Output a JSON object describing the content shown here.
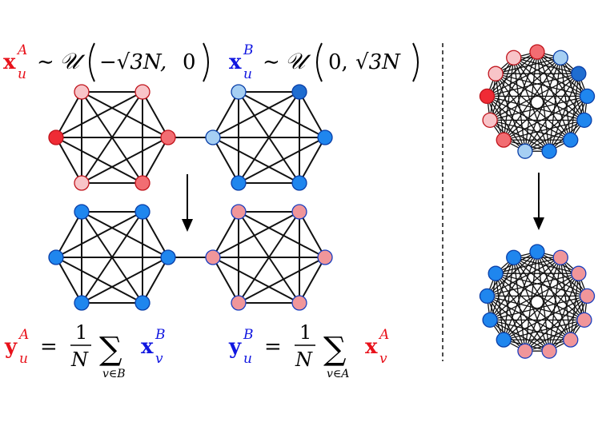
{
  "colors": {
    "group_a": "#e8111a",
    "group_b": "#1016e0",
    "node_red_strong": "#ef2b35",
    "node_red_mid": "#f26d72",
    "node_red_light": "#f8c4c8",
    "node_blue_strong": "#1f6dd0",
    "node_blue_mid": "#1f86ee",
    "node_blue_light": "#a6cff3",
    "node_pink": "#f0969a",
    "edge": "#111111"
  },
  "formulas": {
    "init_a": {
      "var": "x",
      "sup": "A",
      "sub": "u",
      "op": "∼",
      "dist": "𝒰",
      "lower": "−√3N,",
      "upper": "0"
    },
    "init_b": {
      "var": "x",
      "sup": "B",
      "sub": "u",
      "op": "∼",
      "dist": "𝒰",
      "lower": "0,",
      "upper": "√3N"
    },
    "update_a": {
      "lhs_var": "y",
      "lhs_sup": "A",
      "lhs_sub": "u",
      "eq": "=",
      "frac_num": "1",
      "frac_den": "N",
      "sum": "∑",
      "sum_index": "v∈B",
      "rhs_var": "x",
      "rhs_sup": "B",
      "rhs_sub": "v"
    },
    "update_b": {
      "lhs_var": "y",
      "lhs_sup": "B",
      "lhs_sub": "u",
      "eq": "=",
      "frac_num": "1",
      "frac_den": "N",
      "sum": "∑",
      "sum_index": "v∈A",
      "rhs_var": "x",
      "rhs_sup": "A",
      "rhs_sub": "v"
    }
  },
  "graphs": {
    "top_left_nodes": [
      "node_red_light",
      "node_red_light",
      "node_red_mid",
      "node_red_mid",
      "node_red_light",
      "node_red_strong"
    ],
    "top_right_nodes": [
      "node_blue_light",
      "node_blue_strong",
      "node_blue_mid",
      "node_blue_mid",
      "node_blue_mid",
      "node_blue_light"
    ],
    "bottom_left_nodes": [
      "node_blue_mid",
      "node_blue_mid",
      "node_blue_mid",
      "node_blue_mid",
      "node_blue_mid",
      "node_blue_mid"
    ],
    "bottom_right_nodes": [
      "node_pink",
      "node_pink",
      "node_pink",
      "node_pink",
      "node_pink",
      "node_pink"
    ],
    "right_top_nodes": [
      "node_red_mid",
      "node_blue_light",
      "node_blue_strong",
      "node_blue_mid",
      "node_blue_mid",
      "node_blue_mid",
      "node_blue_mid",
      "node_blue_light",
      "node_red_mid",
      "node_red_light",
      "node_red_strong",
      "node_red_light",
      "node_red_light"
    ],
    "right_bottom_nodes": [
      "node_blue_mid",
      "node_pink",
      "node_pink",
      "node_pink",
      "node_pink",
      "node_pink",
      "node_pink",
      "node_pink",
      "node_blue_mid",
      "node_blue_mid",
      "node_blue_mid",
      "node_blue_mid",
      "node_blue_mid"
    ]
  }
}
